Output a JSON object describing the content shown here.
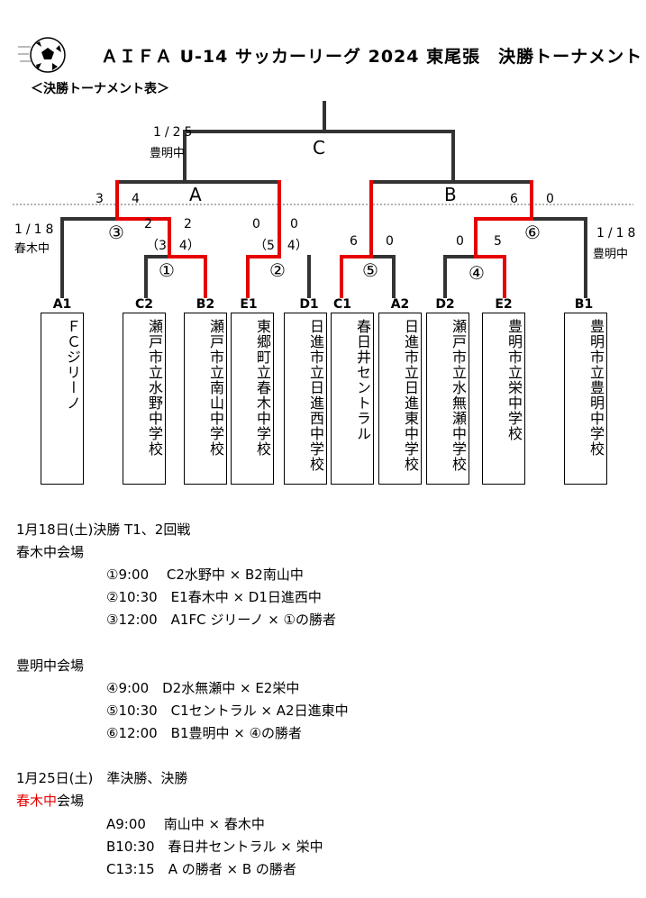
{
  "header": {
    "title": "ＡＩＦＡ U-14 サッカーリーグ 2024 東尾張　決勝トーナメント",
    "subtitle": "＜決勝トーナメント表＞"
  },
  "bracket": {
    "final_label": "C",
    "semi_left_label": "A",
    "semi_right_label": "B",
    "final_date": "1/25",
    "final_venue": "豊明中",
    "left_date": "1/18",
    "left_venue": "春木中",
    "right_date": "1/18",
    "right_venue": "豊明中",
    "scores": {
      "a_left": "3",
      "a_right": "4",
      "b_left": "",
      "b_right": "6",
      "b_right2": "0",
      "m3_left": "2",
      "m3_right": "2",
      "m3_pk": "（3　4）",
      "m2_left": "0",
      "m2_right": "0",
      "m2_pk": "（5　4）",
      "m5_left": "6",
      "m5_right": "0",
      "m4_left": "0",
      "m4_right": "5"
    },
    "match_numbers": {
      "m1": "①",
      "m2": "②",
      "m3": "③",
      "m4": "④",
      "m5": "⑤",
      "m6": "⑥"
    },
    "teams": [
      {
        "seed": "A1",
        "name": "ＦＣジリーノ"
      },
      {
        "seed": "C2",
        "name": "瀬戸市立水野中学校"
      },
      {
        "seed": "B2",
        "name": "瀬戸市立南山中学校"
      },
      {
        "seed": "E1",
        "name": "東郷町立春木中学校"
      },
      {
        "seed": "D1",
        "name": "日進市立日進西中学校"
      },
      {
        "seed": "C1",
        "name": "春日井セントラル"
      },
      {
        "seed": "A2",
        "name": "日進市立日進東中学校"
      },
      {
        "seed": "D2",
        "name": "瀬戸市立水無瀬中学校"
      },
      {
        "seed": "E2",
        "name": "豊明市立栄中学校"
      },
      {
        "seed": "B1",
        "name": "豊明市立豊明中学校"
      }
    ]
  },
  "schedule": {
    "day1_heading": "1月18日(土)決勝 T1、2回戦",
    "venue1": "春木中会場",
    "venue1_matches": [
      "①9:00　 C2水野中 × B2南山中",
      "②10:30　E1春木中 × D1日進西中",
      "③12:00　A1FC ジリーノ × ①の勝者"
    ],
    "venue2": "豊明中会場",
    "venue2_matches": [
      "④9:00　D2水無瀬中 × E2栄中",
      "⑤10:30　C1セントラル × A2日進東中",
      "⑥12:00　B1豊明中 × ④の勝者"
    ],
    "day2_heading": "1月25日(土)　準決勝、決勝",
    "venue3_red": "春木中",
    "venue3_rest": "会場",
    "venue3_matches": [
      "A9:00　 南山中 × 春木中",
      "B10:30　春日井セントラル × 栄中",
      "C13:15　A の勝者 × B の勝者"
    ]
  },
  "colors": {
    "winner_line": "#e60000",
    "line": "#333333",
    "venue_highlight": "#e60000"
  }
}
